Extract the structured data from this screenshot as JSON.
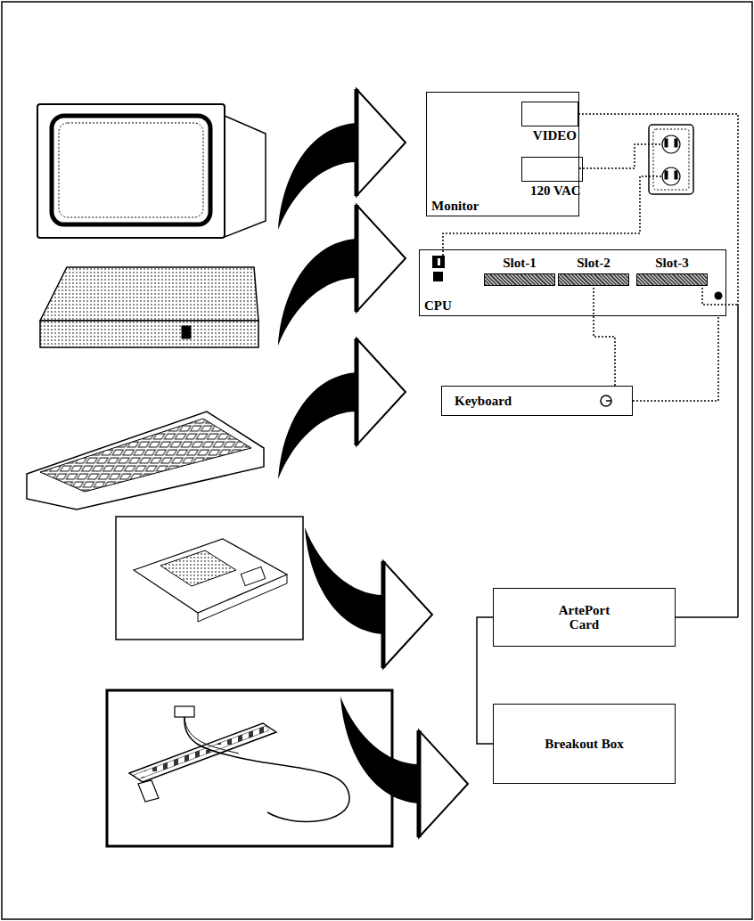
{
  "diagram": {
    "nodes": [
      {
        "text": [
          "Monitor"
        ]
      },
      {
        "text": [
          "VIDEO"
        ],
        "in": 0
      },
      {
        "text": [
          "120 VAC"
        ],
        "in": 0
      },
      {
        "text": [
          "CPU"
        ]
      },
      {
        "text": [
          "Slot-1"
        ],
        "in": 3
      },
      {
        "text": [
          "Slot-2"
        ],
        "in": 3
      },
      {
        "text": [
          "Slot-3"
        ],
        "in": 3
      },
      {
        "text": [
          "Keyboard"
        ]
      },
      {
        "text": [
          "ArtePort Card"
        ]
      },
      {
        "text": [
          "Breakout Box"
        ]
      }
    ],
    "edges": [
      {
        "from": 1,
        "to": 8,
        "arrow": "none"
      },
      {
        "from": 6,
        "to": 8,
        "arrow": "none"
      },
      {
        "from": 5,
        "to": 7,
        "arrow": "none"
      },
      {
        "from": 7,
        "to": 3,
        "arrow": "none"
      },
      {
        "from": 8,
        "to": 9,
        "arrow": "none"
      }
    ]
  }
}
